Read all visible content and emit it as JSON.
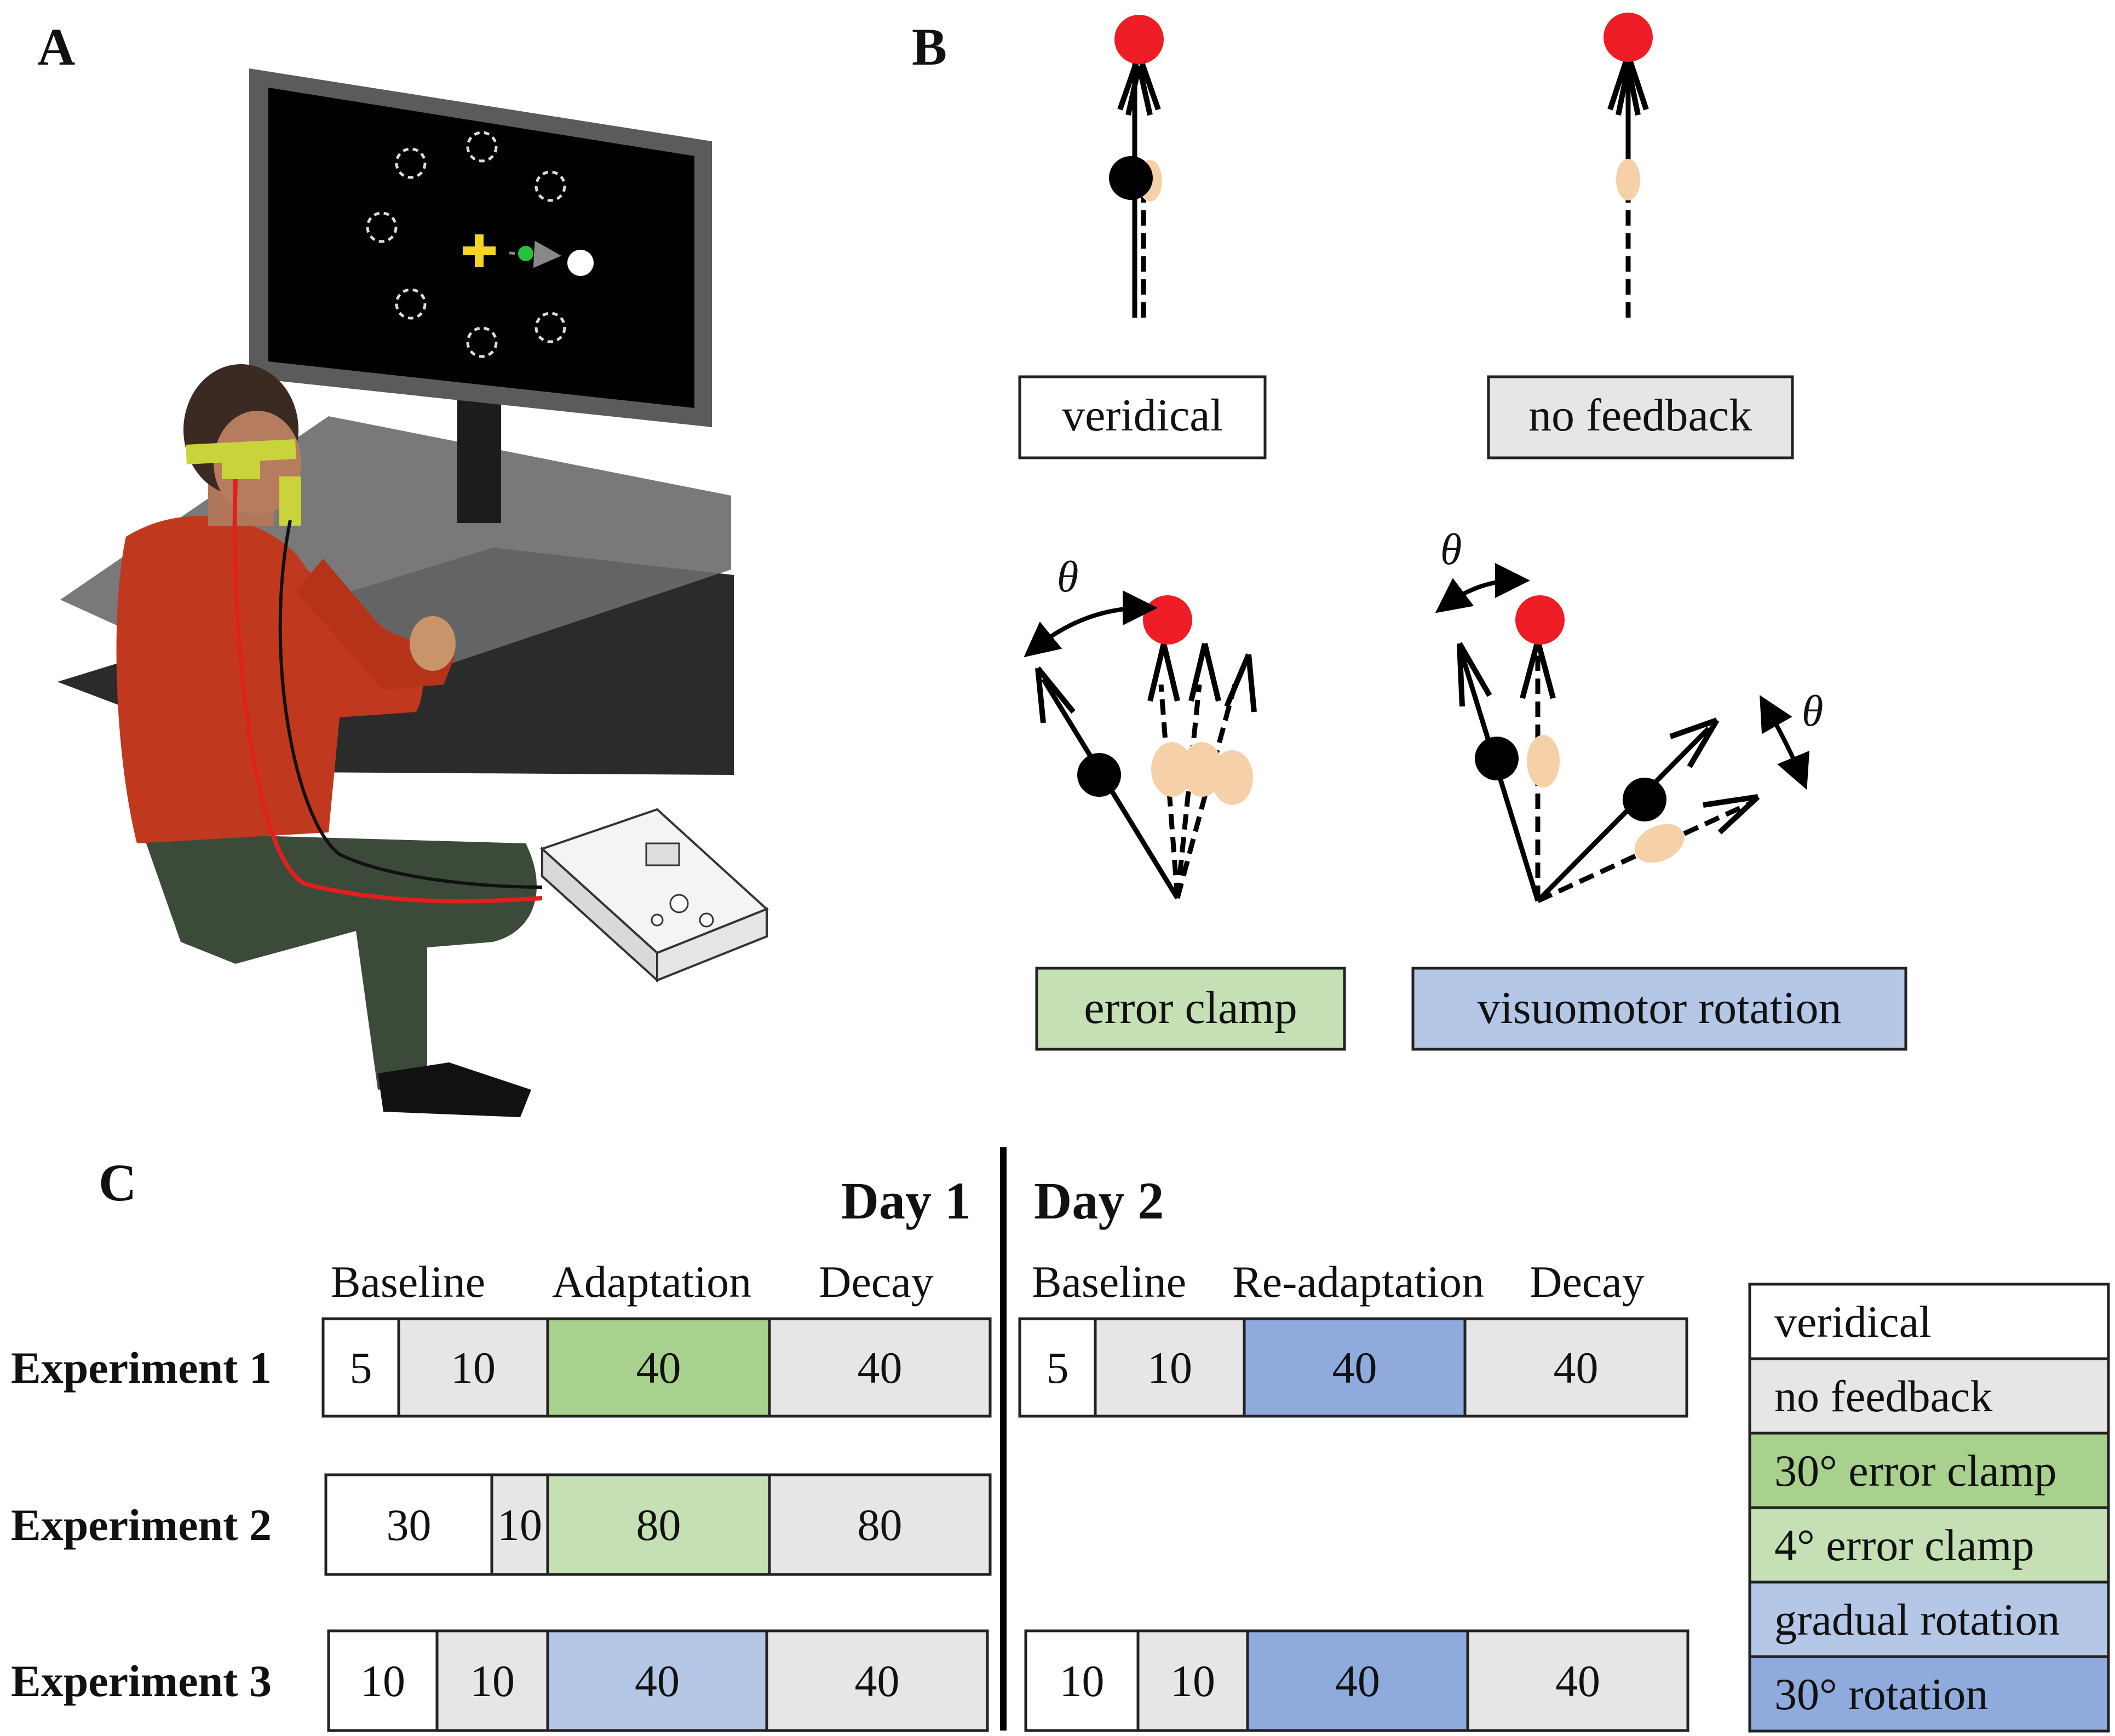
{
  "panels": {
    "a": "A",
    "b": "B",
    "c": "C"
  },
  "colors": {
    "veridical": "#ffffff",
    "no_feedback": "#e6e6e6",
    "error_clamp_30": "#a9d18e",
    "error_clamp_4": "#c5e0b4",
    "gradual_rotation": "#b4c7e7",
    "rotation_30": "#8faadc",
    "target": "#ee1c25",
    "hand": "#f5d0a9",
    "shirt": "#c0391e",
    "pants": "#3c4a3a"
  },
  "panel_a": {
    "icons": [
      "monitor-icon",
      "participant-icon",
      "tms-stimulator-icon",
      "fixation-cross-icon",
      "target-icon"
    ]
  },
  "panel_b": {
    "conditions": {
      "veridical": "veridical",
      "no_feedback": "no feedback",
      "error_clamp": "error clamp",
      "visuomotor_rotation": "visuomotor rotation"
    },
    "angle_symbol": "θ"
  },
  "panel_c": {
    "day1": "Day 1",
    "day2": "Day 2",
    "day1_phases": [
      "Baseline",
      "Adaptation",
      "Decay"
    ],
    "day2_phases": [
      "Baseline",
      "Re-adaptation",
      "Decay"
    ],
    "experiments": [
      {
        "label": "Experiment 1",
        "day1": [
          {
            "trials": "5",
            "condition": "veridical"
          },
          {
            "trials": "10",
            "condition": "no_feedback"
          },
          {
            "trials": "40",
            "condition": "error_clamp_30"
          },
          {
            "trials": "40",
            "condition": "no_feedback"
          }
        ],
        "day2": [
          {
            "trials": "5",
            "condition": "veridical"
          },
          {
            "trials": "10",
            "condition": "no_feedback"
          },
          {
            "trials": "40",
            "condition": "rotation_30"
          },
          {
            "trials": "40",
            "condition": "no_feedback"
          }
        ]
      },
      {
        "label": "Experiment 2",
        "day1": [
          {
            "trials": "30",
            "condition": "veridical"
          },
          {
            "trials": "10",
            "condition": "no_feedback"
          },
          {
            "trials": "80",
            "condition": "error_clamp_4"
          },
          {
            "trials": "80",
            "condition": "no_feedback"
          }
        ],
        "day2": []
      },
      {
        "label": "Experiment 3",
        "day1": [
          {
            "trials": "10",
            "condition": "veridical"
          },
          {
            "trials": "10",
            "condition": "no_feedback"
          },
          {
            "trials": "40",
            "condition": "gradual_rotation"
          },
          {
            "trials": "40",
            "condition": "no_feedback"
          }
        ],
        "day2": [
          {
            "trials": "10",
            "condition": "veridical"
          },
          {
            "trials": "10",
            "condition": "no_feedback"
          },
          {
            "trials": "40",
            "condition": "rotation_30"
          },
          {
            "trials": "40",
            "condition": "no_feedback"
          }
        ]
      }
    ],
    "legend": [
      {
        "label": "veridical",
        "condition": "veridical"
      },
      {
        "label": "no feedback",
        "condition": "no_feedback"
      },
      {
        "label": "30° error clamp",
        "condition": "error_clamp_30"
      },
      {
        "label": "4° error clamp",
        "condition": "error_clamp_4"
      },
      {
        "label": "gradual rotation",
        "condition": "gradual_rotation"
      },
      {
        "label": "30° rotation",
        "condition": "rotation_30"
      }
    ]
  }
}
